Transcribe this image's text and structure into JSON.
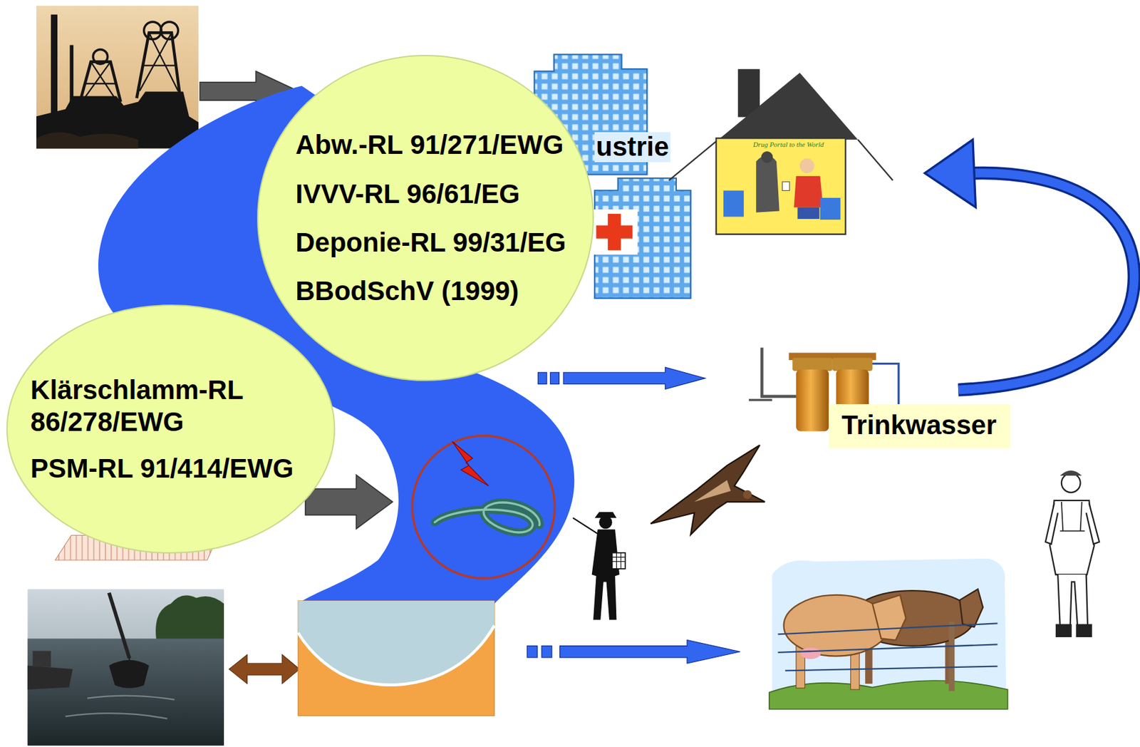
{
  "diagram": {
    "nodes": [
      {
        "text": [
          "Abw.-RL 91/271/EWG",
          "IVVV-RL 96/61/EG",
          "Deponie-RL 99/31/EG",
          "BBodSchV (1999)"
        ]
      },
      {
        "text": [
          "Klärschlamm-RL 86/278/EWG",
          "PSM-RL 91/414/EWG"
        ]
      },
      {
        "text": [
          "Trinkwasser"
        ]
      }
    ],
    "labels": [
      "ustrie",
      "Drug Portal to the World"
    ]
  }
}
